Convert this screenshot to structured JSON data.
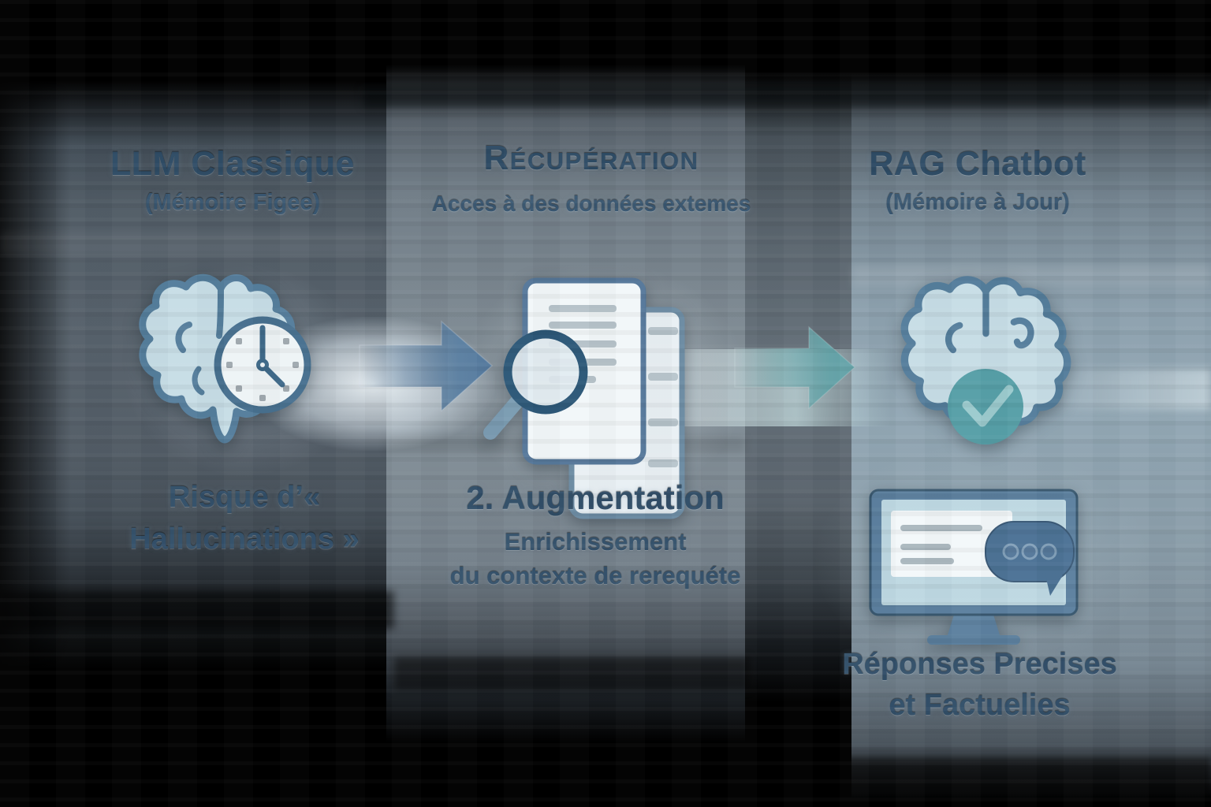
{
  "figure_title": "LLM vs RAG infographic",
  "panels": [
    {
      "id": "llm-classique",
      "title": "LLM Classique",
      "subtitle": "(Mémoire Figee)",
      "icon": "brain-clock-icon",
      "caption": {
        "lines": [
          "Risque d’«",
          "Hallucinations »"
        ]
      }
    },
    {
      "id": "recuperation",
      "title": "Récupération",
      "subtitle": "Acces à des données extemes",
      "icon": "documents-search-icon",
      "caption": {
        "heading": "2. Augmentation",
        "lines": [
          "Enrichissement",
          "du contexte de rerequéte"
        ]
      }
    },
    {
      "id": "rag-chatbot",
      "title": "RAG Chatbot",
      "subtitle": "(Mémoire à Jour)",
      "icons": [
        "brain-check-icon",
        "monitor-chat-icon"
      ],
      "caption": {
        "lines": [
          "Réponses Precises",
          "et Factuelies"
        ]
      }
    }
  ],
  "arrows": [
    {
      "id": "arrow-1",
      "direction": "right",
      "color": "#5d82a4"
    },
    {
      "id": "arrow-2",
      "direction": "right",
      "color": "#68a6ab"
    }
  ],
  "colors": {
    "title_text": "#2f4c66",
    "caption_text": "#33506a",
    "icon_fill": "#c7dde6",
    "icon_stroke": "#557e9c",
    "clock_face": "#eef4f6",
    "check_circle": "#57a0a8",
    "monitor_frame": "#5d81a0",
    "chat_bubble": "#4d7396",
    "document_fill": "#f2f7f9"
  }
}
